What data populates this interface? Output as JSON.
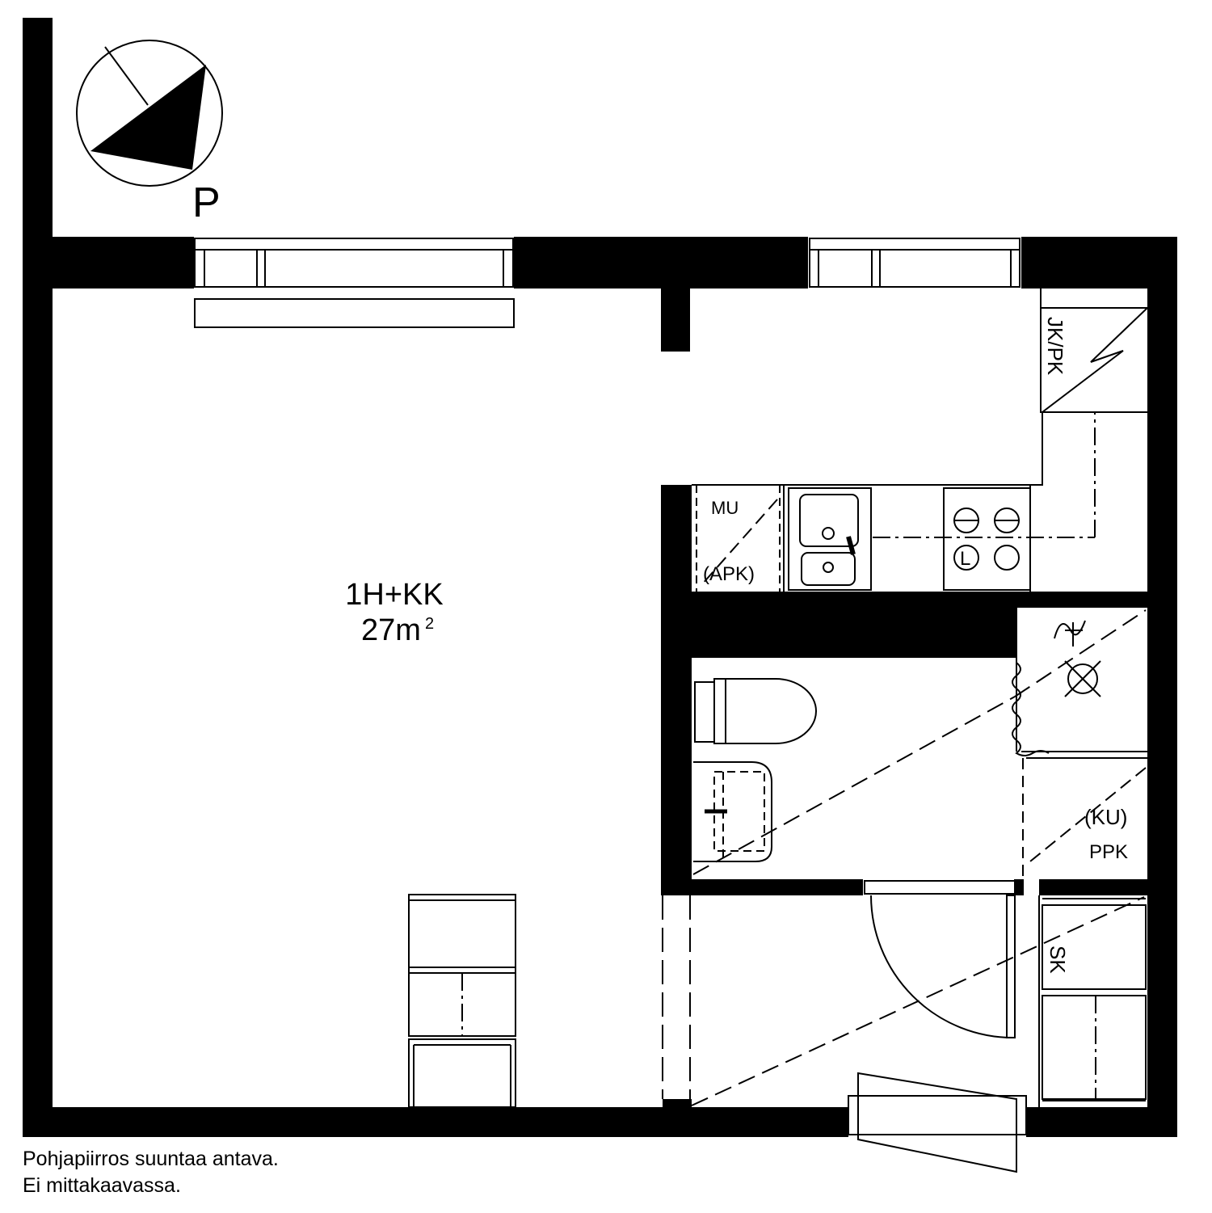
{
  "compass": {
    "north_label": "P"
  },
  "apartment": {
    "type_label": "1H+KK",
    "area_value": "27m",
    "area_unit_superscript": "2"
  },
  "labels": {
    "wardrobe_top": "JK/PK",
    "dishwasher": "MU",
    "dishwasher_space": "(APK)",
    "oven": "L",
    "dryer_space": "(KU)",
    "ppk": "PPK",
    "sk": "SK"
  },
  "caption": {
    "line1": "Pohjapiirros suuntaa antava.",
    "line2": "Ei mittakaavassa."
  },
  "colors": {
    "wall": "#000000",
    "background": "#ffffff"
  }
}
